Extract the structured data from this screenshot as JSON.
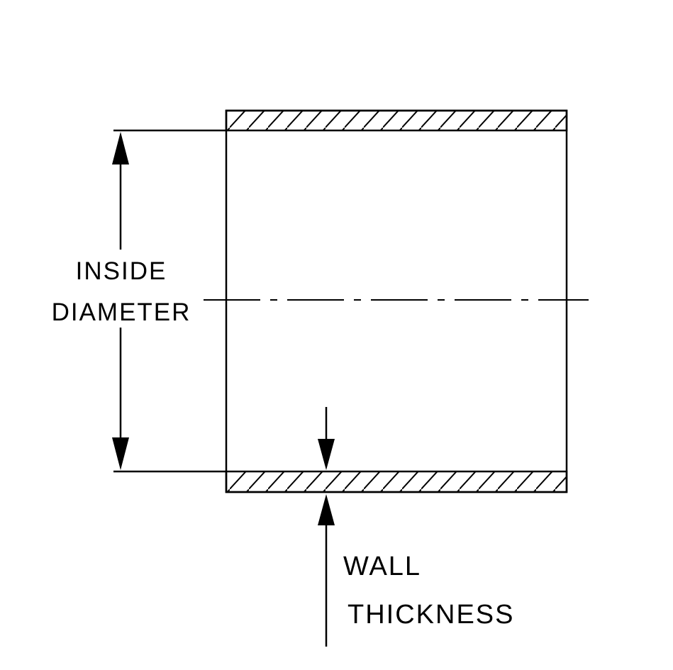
{
  "page": {
    "background_color": "#ffffff"
  },
  "diagram": {
    "type": "technical-drawing",
    "subject": "tube-cross-section-with-dimensions",
    "line_color": "#000000",
    "labels": {
      "inside": "INSIDE",
      "diameter": "DIAMETER",
      "wall": "WALL",
      "thickness": "THICKNESS"
    }
  }
}
